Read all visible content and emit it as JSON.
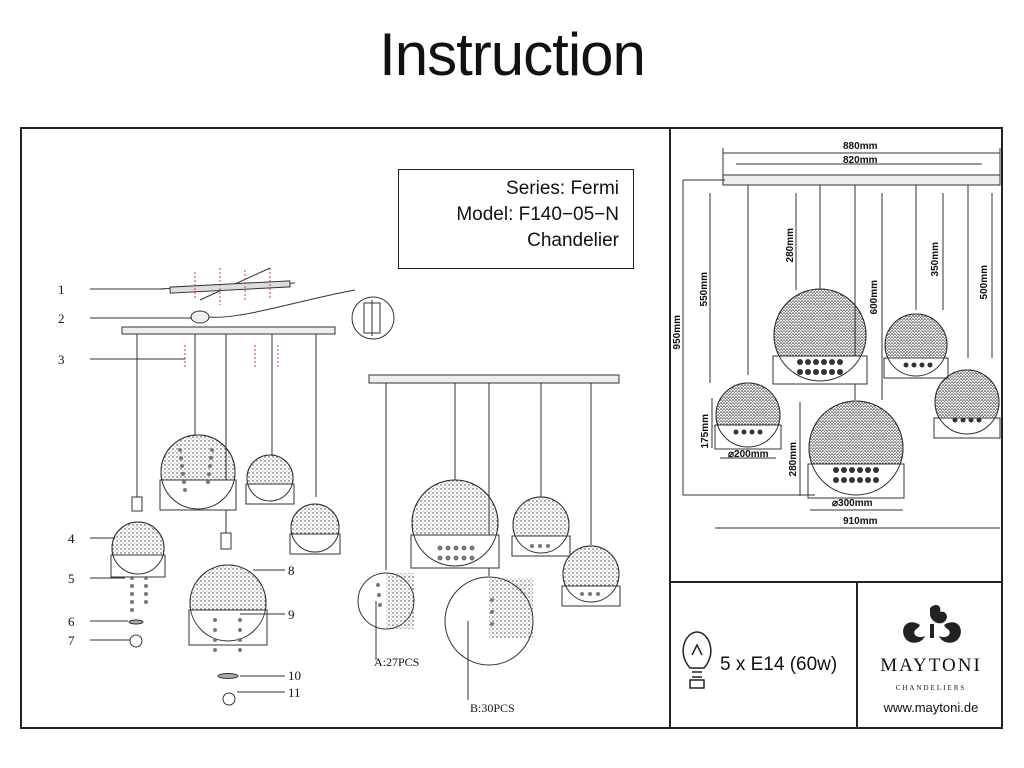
{
  "title": "Instruction",
  "spec": {
    "series": "Series: Fermi",
    "model": "Model: F140−05−N",
    "type": "Chandelier"
  },
  "callouts": [
    "1",
    "2",
    "3",
    "4",
    "5",
    "6",
    "7",
    "8",
    "9",
    "10",
    "11"
  ],
  "variant_labels": {
    "a": "A:27PCS",
    "b": "B:30PCS"
  },
  "dimensions": {
    "width_880": "880",
    "width_820": "820",
    "width_910": "910",
    "height_950": "950",
    "drop_550": "550",
    "drop_280": "280",
    "drop_600": "600",
    "drop_350": "350",
    "drop_500": "500",
    "shade_175": "175",
    "shade_280": "280",
    "dia_200": "⌀200",
    "dia_300": "⌀300",
    "unit": "mm"
  },
  "bulb": {
    "spec": "5 x E14 (60w)",
    "icon": "light-bulb-icon"
  },
  "brand": {
    "name": "MAYTONI",
    "sub": "CHANDELIERS",
    "url": "www.maytoni.de",
    "logo": "ornament-logo"
  }
}
